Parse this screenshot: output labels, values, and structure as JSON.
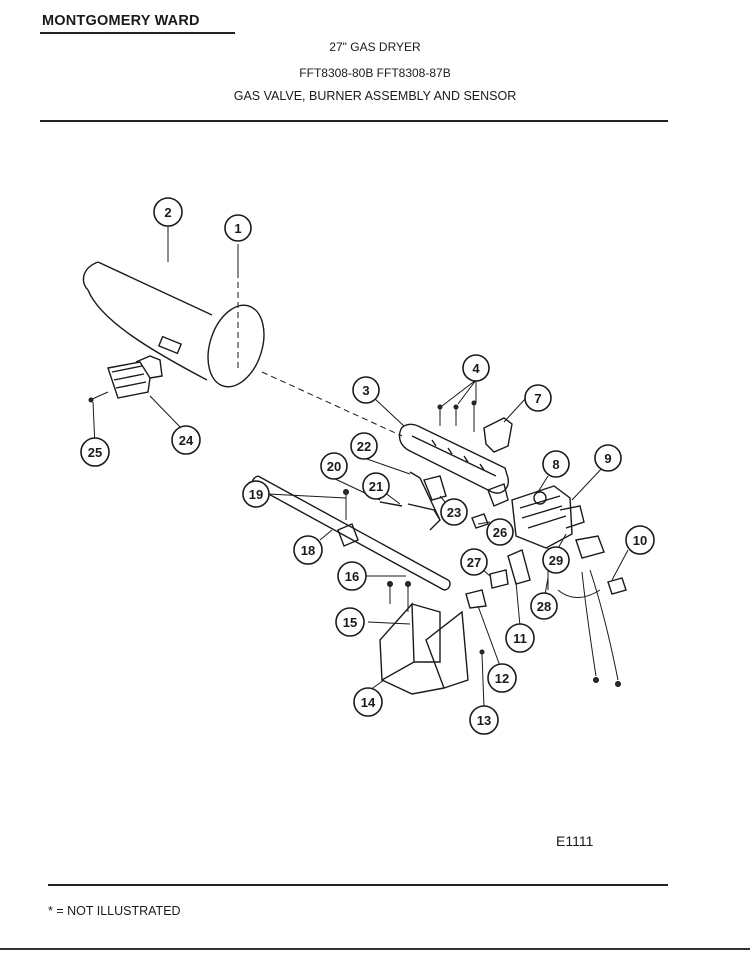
{
  "header": {
    "brand": "MONTGOMERY WARD",
    "product": "27\" GAS DRYER",
    "models": "FFT8308-80B  FFT8308-87B",
    "section": "GAS VALVE, BURNER ASSEMBLY AND SENSOR"
  },
  "diagram": {
    "callouts": [
      "1",
      "2",
      "3",
      "4",
      "7",
      "8",
      "9",
      "10",
      "11",
      "12",
      "13",
      "14",
      "15",
      "16",
      "18",
      "19",
      "20",
      "21",
      "22",
      "23",
      "24",
      "25",
      "26",
      "27",
      "28",
      "29"
    ]
  },
  "figure_id": "E1111",
  "footnote": "* = NOT ILLUSTRATED"
}
